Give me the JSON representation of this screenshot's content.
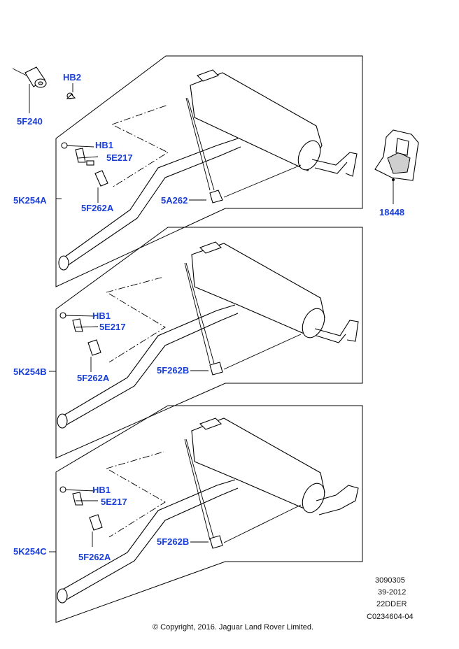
{
  "diagram": {
    "title": "Exhaust system rear muffler variants",
    "callouts": {
      "p_5F240": "5F240",
      "p_HB2": "HB2",
      "p_18448": "18448",
      "a_HB1": "HB1",
      "a_5E217": "5E217",
      "a_5F262A": "5F262A",
      "a_5K254A": "5K254A",
      "a_5A262": "5A262",
      "b_HB1": "HB1",
      "b_5E217": "5E217",
      "b_5F262A": "5F262A",
      "b_5K254B": "5K254B",
      "b_5F262B": "5F262B",
      "c_HB1": "HB1",
      "c_5E217": "5E217",
      "c_5F262A": "5F262A",
      "c_5K254C": "5K254C",
      "c_5F262B": "5F262B"
    },
    "reference": {
      "number": "3090305",
      "date": "39-2012",
      "code": "22DDER",
      "catalog": "C0234604-04"
    },
    "copyright": "© Copyright, 2016. Jaguar Land Rover Limited.",
    "colors": {
      "callout": "#1a3fd6",
      "line": "#000000",
      "background": "#ffffff"
    }
  }
}
